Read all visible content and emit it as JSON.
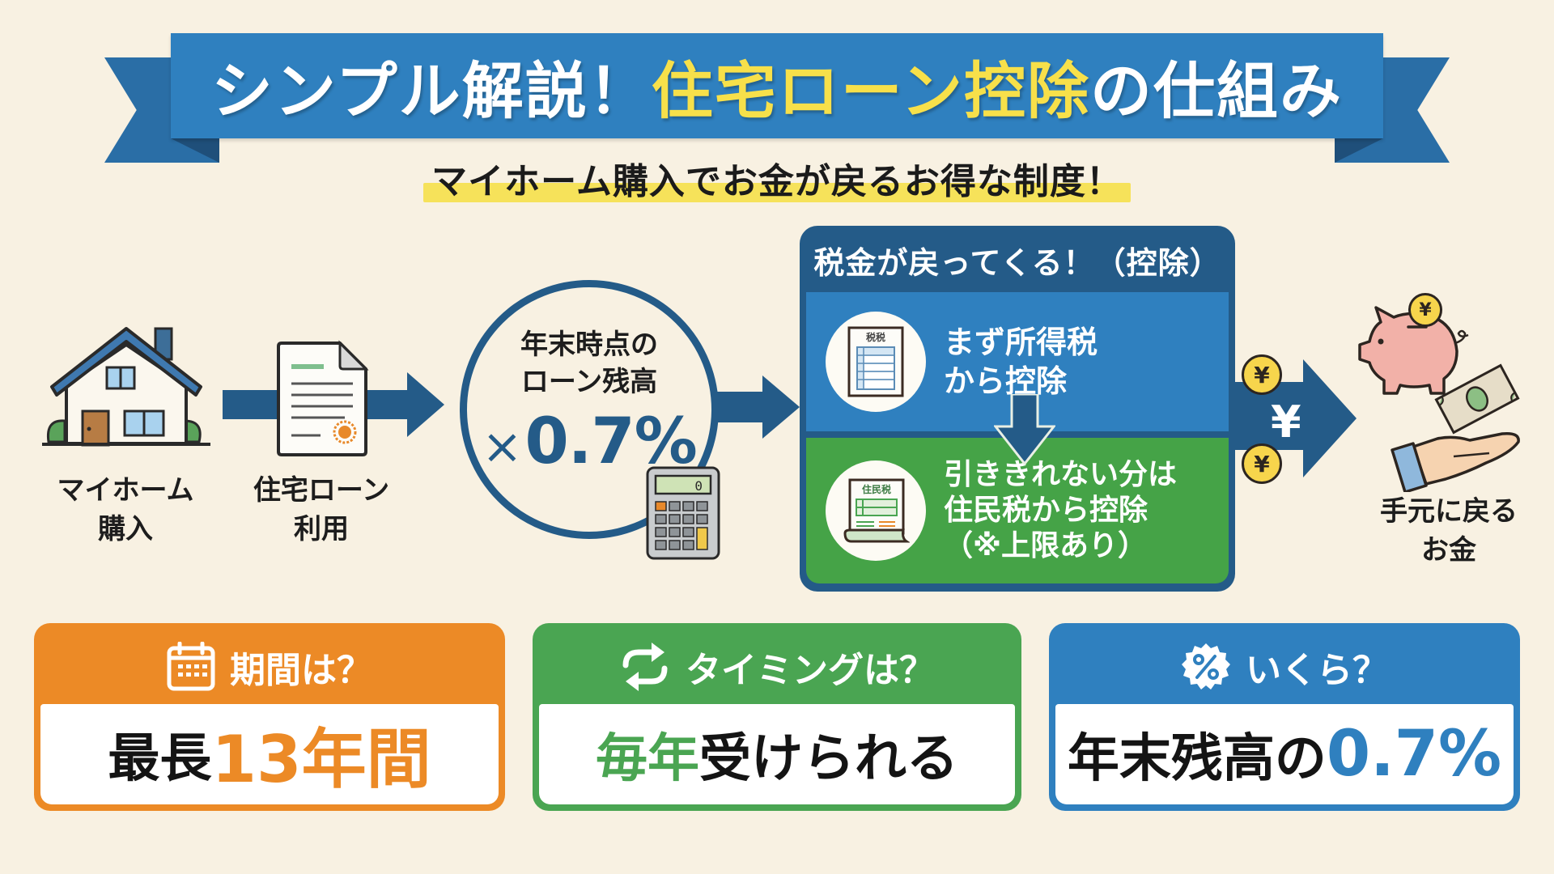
{
  "header": {
    "title_prefix": "シンプル解説！",
    "title_highlight": "住宅ローン控除",
    "title_suffix": "の仕組み",
    "subtitle": "マイホーム購入でお金が戻るお得な制度！"
  },
  "flow": {
    "steps": [
      {
        "icon": "house-icon",
        "label_line1": "マイホーム",
        "label_line2": "購入"
      },
      {
        "icon": "contract-document-icon",
        "label_line1": "住宅ローン",
        "label_line2": "利用"
      }
    ],
    "calculation": {
      "line1": "年末時点の",
      "line2": "ローン残高",
      "operator": "×",
      "rate": "0.7%",
      "calculator_display": "0"
    },
    "tax_box": {
      "header": "税金が戻ってくる！（控除）",
      "income_tax": {
        "icon_label": "税税",
        "line1": "まず所得税",
        "line2": "から控除"
      },
      "resident_tax": {
        "icon_label": "住民税",
        "line1": "引ききれない分は",
        "line2": "住民税から控除",
        "line3": "（※上限あり）"
      }
    },
    "transfer": {
      "coin_symbol": "¥",
      "arrow_symbol": "¥"
    },
    "result": {
      "line1": "手元に戻る",
      "line2": "お金"
    }
  },
  "cards": [
    {
      "icon": "calendar-icon",
      "heading": "期間は？",
      "value_prefix": "最長",
      "value_accent": "13年間",
      "value_suffix": "",
      "color": "#ec8a26"
    },
    {
      "icon": "repeat-icon",
      "heading": "タイミングは？",
      "value_prefix": "",
      "value_accent": "毎年",
      "value_suffix": "受けられる",
      "color": "#4aa552"
    },
    {
      "icon": "percent-badge-icon",
      "heading": "いくら？",
      "value_prefix": "年末残高の",
      "value_accent": "0.7%",
      "value_suffix": "",
      "color": "#2f80bf"
    }
  ],
  "colors": {
    "background": "#f8f1e2",
    "ribbon_blue": "#2f80bf",
    "navy": "#245b88",
    "title_yellow": "#f7e04a",
    "highlight_yellow": "#f6e25a",
    "green": "#45a347",
    "orange": "#ec8a26"
  }
}
